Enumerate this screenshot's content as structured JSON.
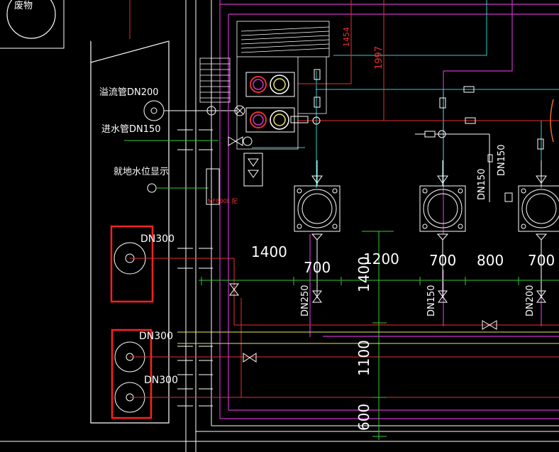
{
  "drawing": {
    "corner_label": "废物",
    "labels": {
      "overflow_pipe": "溢流管DN200",
      "inlet_pipe": "进水管DN150",
      "level_display": "就地水位显示",
      "dn300_a": "DN300",
      "dn300_b": "DN300",
      "dn300_c": "DN300",
      "small_red_tag": "MF800L 配"
    },
    "dimensions": {
      "d1400_left": "1400",
      "d700_a": "700",
      "d1200": "1200",
      "d1400_vertical": "1400",
      "d700_b": "700",
      "d800": "800",
      "d700_c": "700",
      "d1100": "1100",
      "d600": "600",
      "d1454": "1454",
      "d1997": "1997"
    },
    "pipe_tags": {
      "dn250": "DN250",
      "dn150_bottom": "DN150",
      "dn200": "DN200",
      "dn150_vert_a": "DN150",
      "dn150_vert_b": "DN150"
    },
    "colors": {
      "background": "#000000",
      "wall": "#ffffff",
      "magenta": "#cc33cc",
      "cyan": "#33cccc",
      "red": "#e83030",
      "green": "#33cc33",
      "yellow": "#e8e860",
      "highlight_box": "#ff2020"
    }
  }
}
